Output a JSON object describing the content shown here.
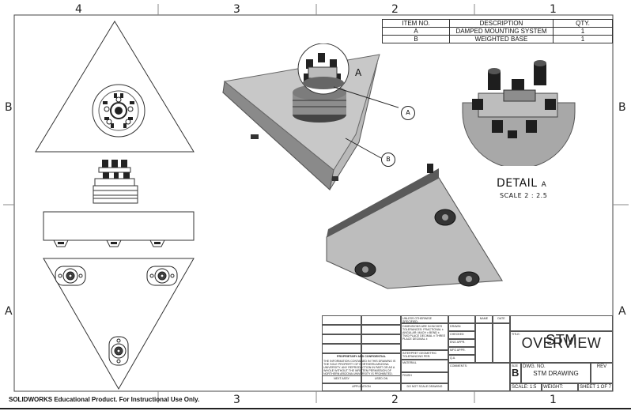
{
  "zones": {
    "top": [
      "4",
      "3",
      "2",
      "1"
    ],
    "bottom": [
      "3",
      "2",
      "1"
    ],
    "left": [
      "B",
      "A"
    ],
    "right": [
      "B",
      "A"
    ]
  },
  "bom": {
    "headers": [
      "ITEM NO.",
      "DESCRIPTION",
      "QTY."
    ],
    "rows": [
      [
        "A",
        "DAMPED MOUNTING SYSTEM",
        "1"
      ],
      [
        "B",
        "WEIGHTED BASE",
        "1"
      ]
    ]
  },
  "callouts": {
    "a": "A",
    "b": "B",
    "section": "A"
  },
  "detail": {
    "title": "DETAIL",
    "letter": "A",
    "scale": "SCALE 2 : 2.5"
  },
  "title_block": {
    "unless": "UNLESS OTHERWISE SPECIFIED:",
    "name": "NAME",
    "date": "DATE",
    "dims": "DIMENSIONS ARE IN INCHES TOLERANCES: FRACTIONAL ± ANGULAR: MACH ± BEND ± TWO PLACE DECIMAL ± THREE PLACE DECIMAL ±",
    "drawn": "DRAWN",
    "checked": "CHECKED",
    "eng_appr": "ENG APPR.",
    "mfg_appr": "MFG APPR.",
    "qa": "Q.A.",
    "comments": "COMMENTS:",
    "interpret": "INTERPRET GEOMETRIC TOLERANCING PER:",
    "material": "MATERIAL",
    "finish": "FINISH",
    "next_assy": "NEXT ASSY",
    "used_on": "USED ON",
    "application": "APPLICATION",
    "do_not_scale": "DO NOT SCALE DRAWING",
    "proprietary_title": "PROPRIETARY AND CONFIDENTIAL",
    "proprietary_text": "THE INFORMATION CONTAINED IN THIS DRAWING IS THE SOLE PROPERTY OF NORTHERN ARIZONA UNIVERSITY. ANY REPRODUCTION IN PART OR AS A WHOLE WITHOUT THE WRITTEN PERMISSION OF NORTHERN ARIZONA UNIVERSITY IS PROHIBITED.",
    "title_label": "TITLE:",
    "title": "STM OVERVIEW",
    "size_label": "SIZE",
    "size": "B",
    "dwg_no_label": "DWG.  NO.",
    "dwg_no": "STM DRAWING",
    "rev_label": "REV",
    "scale": "SCALE: 1:5",
    "weight": "WEIGHT:",
    "sheet": "SHEET 1 OF 7"
  },
  "footer": "SOLIDWORKS Educational Product. For Instructional Use Only."
}
